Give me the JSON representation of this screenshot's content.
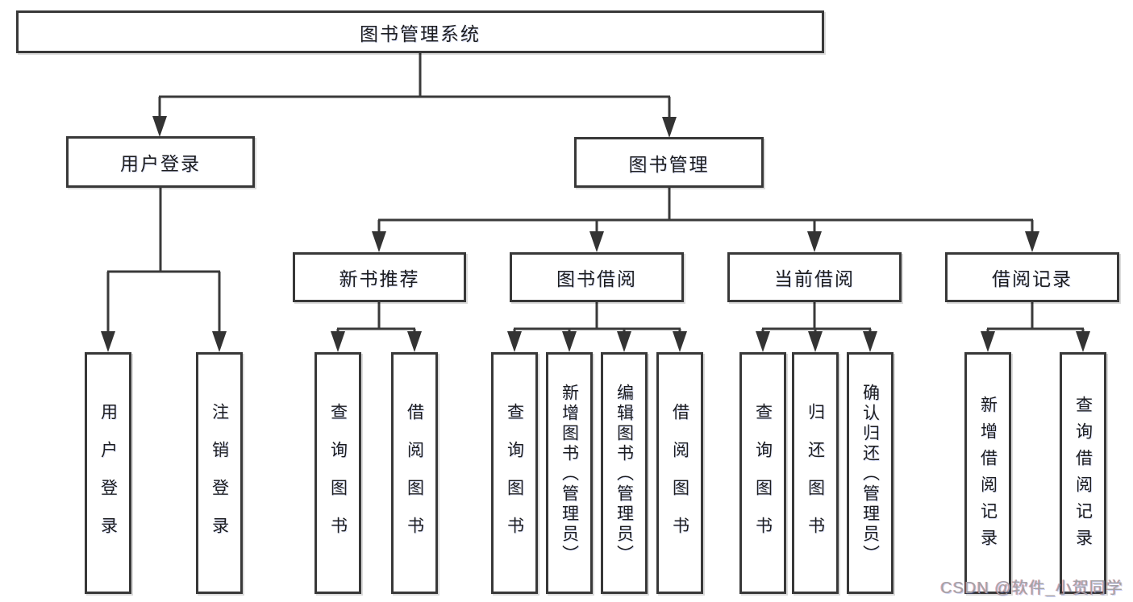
{
  "nodes": {
    "root": "图书管理系统",
    "user_login": "用户登录",
    "book_mgmt": "图书管理",
    "new_books": "新书推荐",
    "book_borrow": "图书借阅",
    "current_borrow": "当前借阅",
    "borrow_records": "借阅记录",
    "leaf_user_login": "用户登录",
    "leaf_logout": "注销登录",
    "leaf_nb_query": "查询图书",
    "leaf_nb_borrow": "借阅图书",
    "leaf_bb_query": "查询图书",
    "leaf_bb_add": "新增图书（管理员）",
    "leaf_bb_edit": "编辑图书（管理员）",
    "leaf_bb_borrow": "借阅图书",
    "leaf_cb_query": "查询图书",
    "leaf_cb_return": "归还图书",
    "leaf_cb_confirm": "确认归还（管理员）",
    "leaf_br_add": "新增借阅记录",
    "leaf_br_query": "查询借阅记录"
  },
  "structure": {
    "title": "图书管理系统",
    "children": [
      {
        "label": "用户登录",
        "children": [
          "用户登录",
          "注销登录"
        ]
      },
      {
        "label": "图书管理",
        "children": [
          {
            "label": "新书推荐",
            "children": [
              "查询图书",
              "借阅图书"
            ]
          },
          {
            "label": "图书借阅",
            "children": [
              "查询图书",
              "新增图书（管理员）",
              "编辑图书（管理员）",
              "借阅图书"
            ]
          },
          {
            "label": "当前借阅",
            "children": [
              "查询图书",
              "归还图书",
              "确认归还（管理员）"
            ]
          },
          {
            "label": "借阅记录",
            "children": [
              "新增借阅记录",
              "查询借阅记录"
            ]
          }
        ]
      }
    ]
  },
  "watermark": "CSDN @软件_小贺同学",
  "colors": {
    "line": "#3a3a3a",
    "text": "#1d1d1f",
    "background": "#ffffff",
    "watermark": "#a2a2a6"
  }
}
